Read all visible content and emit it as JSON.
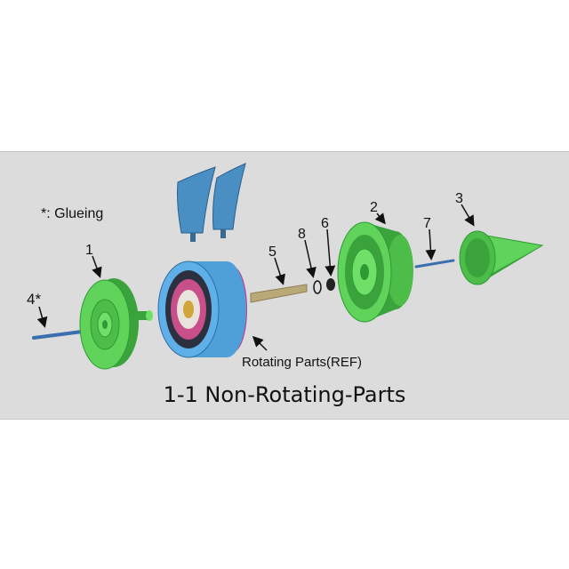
{
  "title": "1-1 Non-Rotating-Parts",
  "legend_note": "*: Glueing",
  "callouts": {
    "p1": "1",
    "p2": "2",
    "p3": "3",
    "p4": "4*",
    "p5": "5",
    "p6": "6",
    "p7": "7",
    "p8": "8",
    "rotating": "Rotating Parts(REF)"
  },
  "colors": {
    "panel": "#dcdcdc",
    "part_green": "#5fd35a",
    "part_green_dark": "#2f9a34",
    "rotor_blue": "#4f9fd8",
    "rotor_magenta": "#d0449a",
    "blade_blue": "#4a8fc4",
    "shaft": "#b9a878",
    "rod_blue": "#3a6fb0"
  }
}
